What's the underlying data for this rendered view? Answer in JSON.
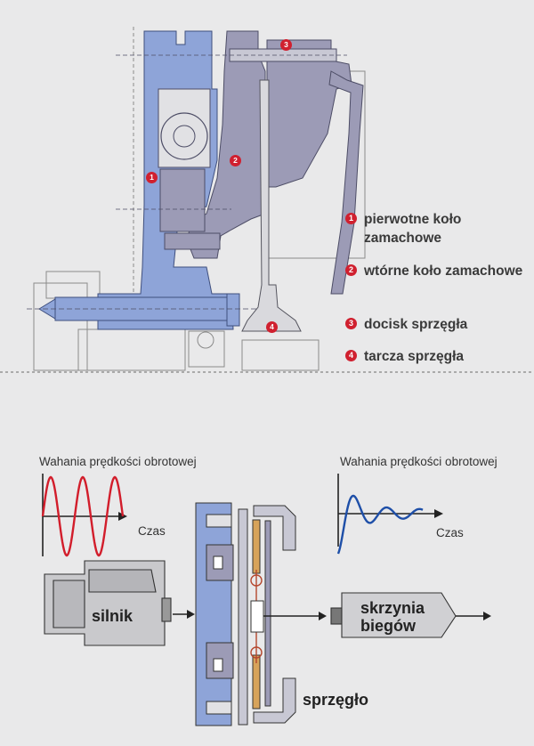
{
  "legend": {
    "items": [
      {
        "num": "1",
        "label": "pierwotne koło zamachowe"
      },
      {
        "num": "2",
        "label": "wtórne koło zamachowe"
      },
      {
        "num": "3",
        "label": "docisk sprzęgła"
      },
      {
        "num": "4",
        "label": "tarcza sprzęgła"
      }
    ]
  },
  "graph_left": {
    "title": "Wahania prędkości obrotowej",
    "axis_label": "Czas",
    "color": "#d21d2b"
  },
  "graph_right": {
    "title": "Wahania prędkości obrotowej",
    "axis_label": "Czas",
    "color": "#1e4fa8"
  },
  "labels": {
    "engine": "silnik",
    "gearbox_line1": "skrzynia",
    "gearbox_line2": "biegów",
    "clutch": "sprzęgło"
  },
  "colors": {
    "primary_flywheel": "#8ea4d8",
    "secondary_flywheel": "#9c9bb6",
    "marker": "#d0202f",
    "background": "#e9e9ea"
  }
}
